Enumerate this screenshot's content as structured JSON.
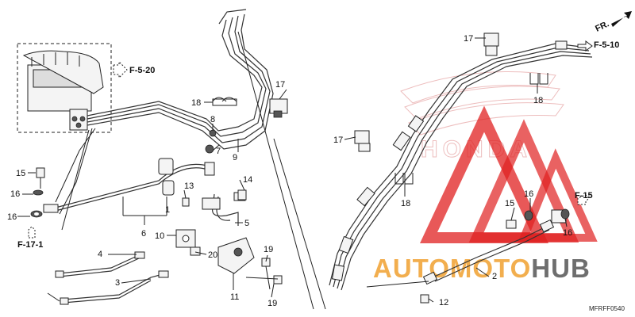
{
  "ref_labels": {
    "f_5_20": "F-5-20",
    "f_5_10": "F-5-10",
    "f_17_1": "F-17-1",
    "f_15": "F-15",
    "front_arrow": "FR."
  },
  "watermark": {
    "brand": "AUTOMOTOHUB",
    "brand_part1": "AUTO",
    "brand_part2": "MOTO",
    "brand_part3": "HUB",
    "logo_text": "HONDA",
    "colors": {
      "red": "#e02020",
      "orange": "#f0a030",
      "grey": "#555555"
    }
  },
  "diagram_code": "MFRFF0540",
  "callouts": {
    "c1": "1",
    "c2": "2",
    "c3": "3",
    "c4": "4",
    "c5": "5",
    "c6": "6",
    "c7": "7",
    "c8": "8",
    "c9": "9",
    "c10": "10",
    "c11": "11",
    "c12": "12",
    "c13": "13",
    "c14": "14",
    "c15a": "15",
    "c15b": "15",
    "c16a": "16",
    "c16b": "16",
    "c16c": "16",
    "c16d": "16",
    "c17a": "17",
    "c17b": "17",
    "c17c": "17",
    "c18a": "18",
    "c18b": "18",
    "c18c": "18",
    "c19a": "19",
    "c19b": "19",
    "c20": "20"
  }
}
